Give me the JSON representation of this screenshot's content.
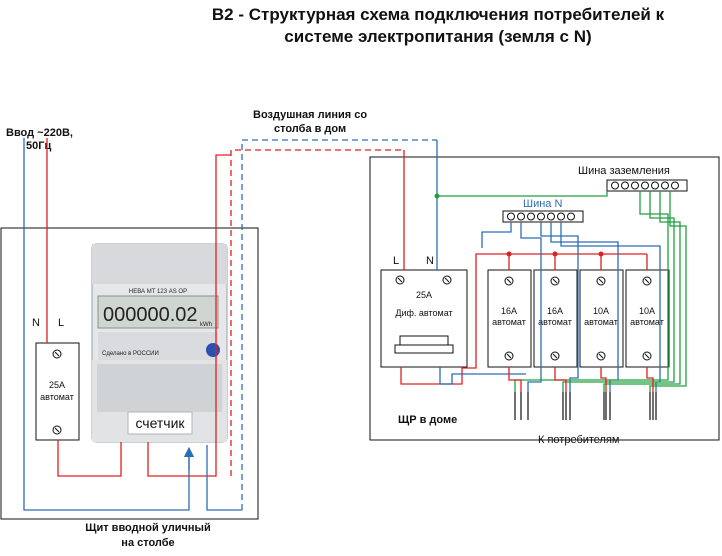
{
  "title_line1": "В2 - Структурная схема подключения потребителей к",
  "title_line2": "системе электропитания (земля с N)",
  "input_label_line1": "Ввод ~220В,",
  "input_label_line2": "50Гц",
  "overhead_line_label_line1": "Воздушная линия со",
  "overhead_line_label_line2": "столба в дом",
  "ground_bus_label": "Шина заземления",
  "neutral_bus_label": "Шина N",
  "street_panel_label_line1": "Щит вводной уличный",
  "street_panel_label_line2": "на столбе",
  "house_panel_label": "ЩР в доме",
  "consumers_label": "К потребителям",
  "pole_breaker": {
    "term_n": "N",
    "term_l": "L",
    "rating": "25A",
    "type": "автомат"
  },
  "rcbo": {
    "term_l": "L",
    "term_n": "N",
    "rating": "25A",
    "type": "Диф. автомат"
  },
  "branch_breakers": [
    {
      "rating": "16A",
      "type": "автомат"
    },
    {
      "rating": "16A",
      "type": "автомат"
    },
    {
      "rating": "10A",
      "type": "автомат"
    },
    {
      "rating": "10A",
      "type": "автомат"
    }
  ],
  "meter": {
    "model": "НЕВА МТ 123 AS OP",
    "reading": "000000.02",
    "unit": "kWh",
    "label": "счетчик",
    "made_in": "Сделано в РОССИИ"
  },
  "colors": {
    "phase": "#e02020",
    "neutral": "#2d6db5",
    "ground": "#20a040",
    "ground_alt": "#1aa080"
  }
}
